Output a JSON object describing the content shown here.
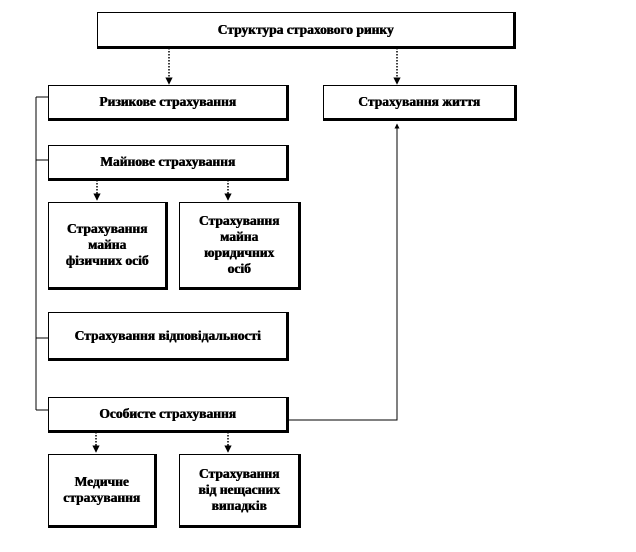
{
  "diagram": {
    "root": {
      "label": "Структура страхового ринку"
    },
    "risk": {
      "label": "Ризикове страхування"
    },
    "life": {
      "label": "Страхування життя"
    },
    "property": {
      "label": "Майнове страхування"
    },
    "property_individuals": {
      "lines": [
        "Страхування",
        "майна",
        "фізичних осіб"
      ]
    },
    "property_legal": {
      "lines": [
        "Страхування",
        "майна",
        "юридичних",
        "осіб"
      ]
    },
    "liability": {
      "label": "Страхування відповідальності"
    },
    "personal": {
      "label": "Особисте страхування"
    },
    "medical": {
      "lines": [
        "Медичне",
        "страхування"
      ]
    },
    "accident": {
      "lines": [
        "Страхування",
        "від нещасних",
        "випадків"
      ]
    }
  }
}
